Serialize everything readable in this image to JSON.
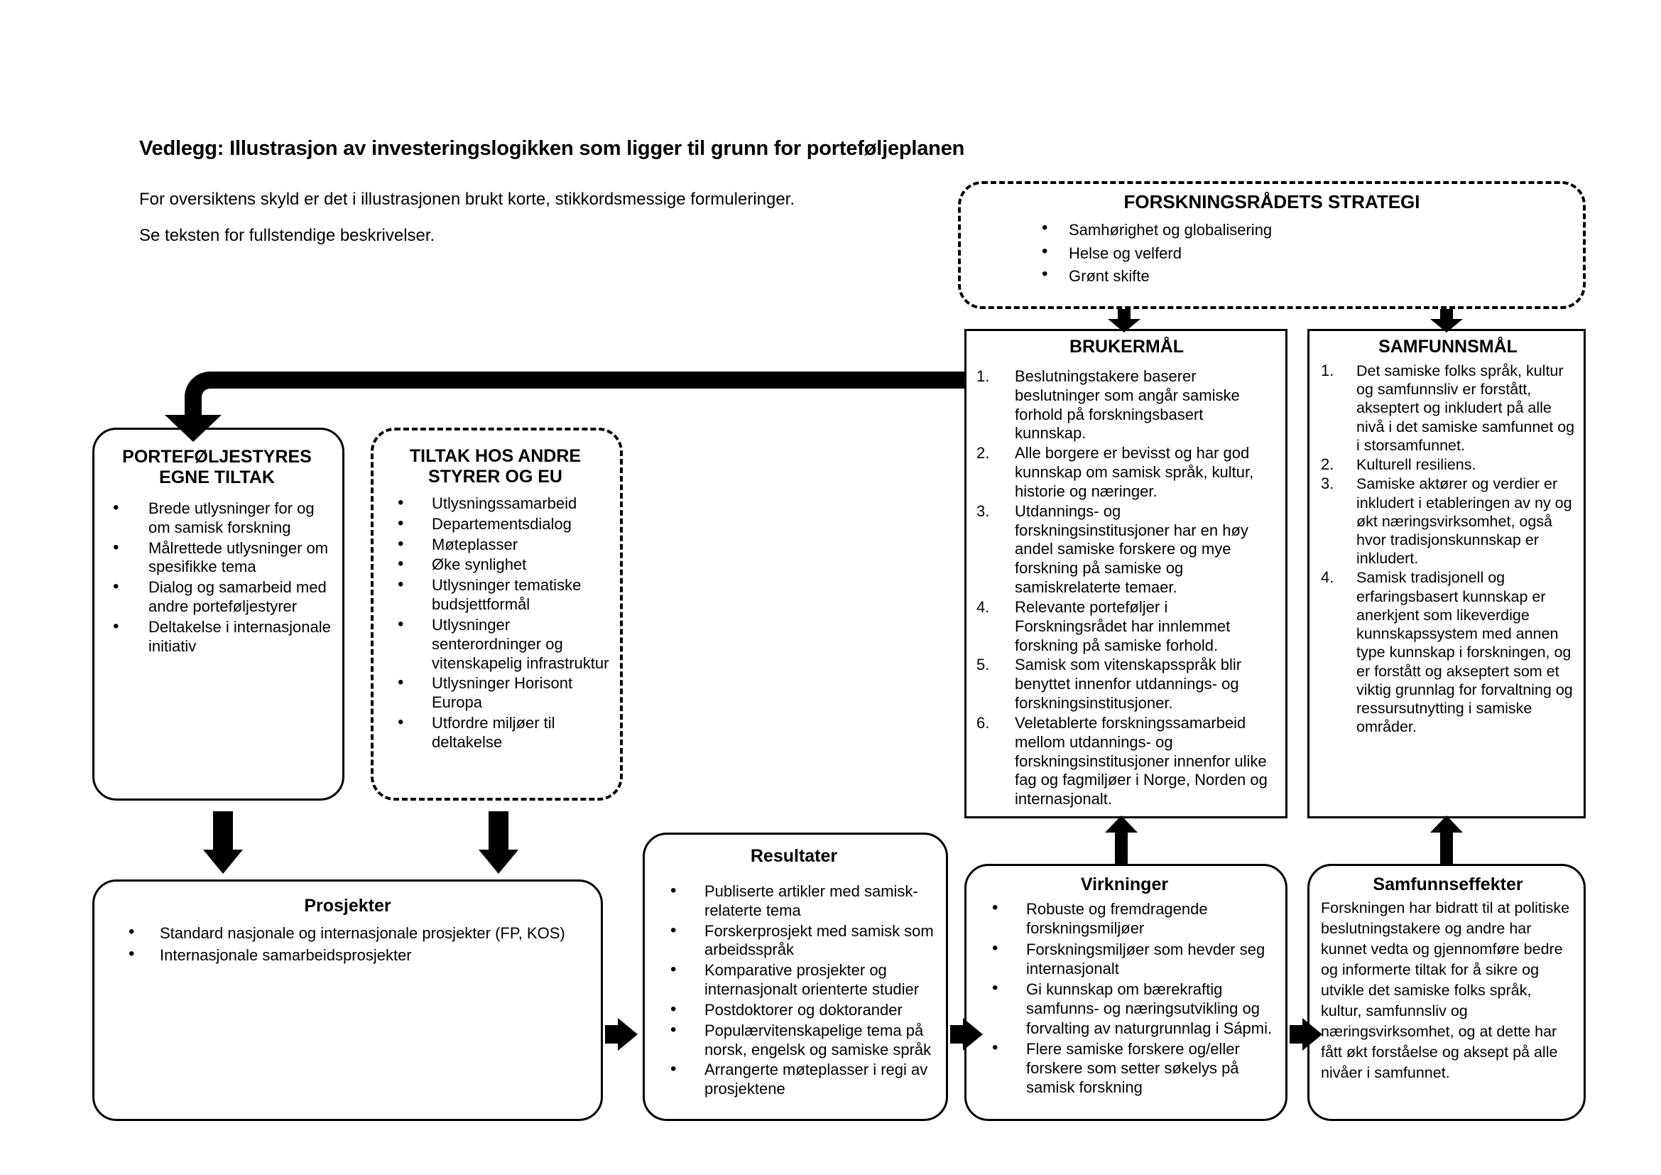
{
  "page": {
    "title": "Vedlegg: Illustrasjon av investeringslogikken som ligger til grunn for porteføljeplanen",
    "intro_line_1": "For oversiktens skyld er det i illustrasjonen brukt korte, stikkordsmessige formuleringer.",
    "intro_line_2": "Se teksten for fullstendige beskrivelser."
  },
  "colors": {
    "stroke": "#000000",
    "background": "#ffffff"
  },
  "boxes": {
    "strategy": {
      "title": "FORSKNINGSRÅDETS STRATEGI",
      "style": "dashed-rounded",
      "items": [
        "Samhørighet og globalisering",
        "Helse og velferd",
        "Grønt skifte"
      ]
    },
    "brukermal": {
      "title": "BRUKERMÅL",
      "style": "solid-rectangle",
      "items": [
        "Beslutningstakere baserer beslutninger som angår samiske forhold på forskningsbasert kunnskap.",
        "Alle borgere er bevisst og har god kunnskap om samisk språk, kultur, historie og næringer.",
        "Utdannings- og forskningsinstitusjoner har en høy andel samiske forskere og mye forskning på samiske og samiskrelaterte temaer.",
        "Relevante porteføljer i Forskningsrådet har innlemmet forskning på samiske forhold.",
        "Samisk som vitenskapsspråk blir benyttet innenfor utdannings- og forskningsinstitusjoner.",
        "Veletablerte forskningssamarbeid mellom utdannings- og forskningsinstitusjoner innenfor ulike fag og fagmiljøer i Norge, Norden og internasjonalt."
      ]
    },
    "samfunnsmal": {
      "title": "SAMFUNNSMÅL",
      "style": "solid-rectangle",
      "items": [
        "Det samiske folks språk, kultur og samfunnsliv er forstått, akseptert og inkludert på alle nivå i det samiske samfunnet og i storsamfunnet.",
        "Kulturell resiliens.",
        "Samiske aktører og verdier er inkludert i etableringen av ny og økt næringsvirksomhet, også hvor tradisjonskunnskap er inkludert.",
        "Samisk tradisjonell og erfaringsbasert kunnskap er anerkjent som likeverdige kunnskapssystem med annen type kunnskap i forskningen, og er forstått og akseptert som et viktig grunnlag for forvaltning og ressursutnytting i samiske områder."
      ]
    },
    "portefolje": {
      "title_line_1": "PORTEFØLJESTYRES",
      "title_line_2": "EGNE TILTAK",
      "style": "solid-rounded",
      "items": [
        "Brede utlysninger for og om samisk forskning",
        "Målrettede utlysninger om spesifikke tema",
        "Dialog og samarbeid med andre porteføljestyrer",
        "Deltakelse i internasjonale initiativ"
      ]
    },
    "tiltak": {
      "title_line_1": "TILTAK HOS ANDRE",
      "title_line_2": "STYRER OG EU",
      "style": "dashed-rounded",
      "items": [
        "Utlysningssamarbeid",
        "Departementsdialog",
        "Møteplasser",
        "Øke synlighet",
        "Utlysninger tematiske budsjettformål",
        "Utlysninger senterordninger og vitenskapelig infrastruktur",
        "Utlysninger Horisont Europa",
        "Utfordre miljøer til deltakelse"
      ]
    },
    "prosjekter": {
      "title": "Prosjekter",
      "style": "solid-rounded",
      "items": [
        "Standard nasjonale og internasjonale prosjekter (FP, KOS)",
        "Internasjonale samarbeidsprosjekter"
      ]
    },
    "resultater": {
      "title": "Resultater",
      "style": "solid-rounded",
      "items": [
        "Publiserte artikler med samisk-relaterte tema",
        "Forskerprosjekt med samisk som arbeidsspråk",
        "Komparative prosjekter og internasjonalt orienterte studier",
        "Postdoktorer og doktorander",
        "Populærvitenskapelige tema på norsk, engelsk og samiske språk",
        "Arrangerte møteplasser i regi av prosjektene"
      ]
    },
    "virkninger": {
      "title": "Virkninger",
      "style": "solid-rounded",
      "items": [
        "Robuste og fremdragende forskningsmiljøer",
        "Forskningsmiljøer som hevder seg internasjonalt",
        "Gi kunnskap om bærekraftig samfunns- og næringsutvikling og forvalting av naturgrunnlag i Sápmi.",
        "Flere samiske forskere og/eller forskere som setter søkelys på samisk forskning"
      ]
    },
    "samfunnseffekter": {
      "title": "Samfunnseffekter",
      "style": "solid-rounded",
      "body": "Forskningen har bidratt til at politiske beslutningstakere og andre har kunnet vedta og gjennomføre bedre og informerte tiltak for å sikre og utvikle det samiske folks språk, kultur, samfunnsliv og næringsvirksomhet, og at dette har fått økt forståelse og aksept på alle nivåer i samfunnet."
    }
  },
  "connectors": [
    {
      "name": "strategy-to-brukermal",
      "direction": "down"
    },
    {
      "name": "strategy-to-samfunnsmal",
      "direction": "down"
    },
    {
      "name": "brukermal-to-portefolje",
      "direction": "elbow-left-down"
    },
    {
      "name": "portefolje-to-prosjekter",
      "direction": "down"
    },
    {
      "name": "tiltak-to-prosjekter",
      "direction": "down"
    },
    {
      "name": "prosjekter-to-resultater",
      "direction": "right"
    },
    {
      "name": "resultater-to-virkninger",
      "direction": "right"
    },
    {
      "name": "virkninger-to-samfunnseffekter",
      "direction": "right"
    },
    {
      "name": "virkninger-to-brukermal",
      "direction": "up"
    },
    {
      "name": "samfunnseffekter-to-samfunnsmal",
      "direction": "up"
    }
  ]
}
